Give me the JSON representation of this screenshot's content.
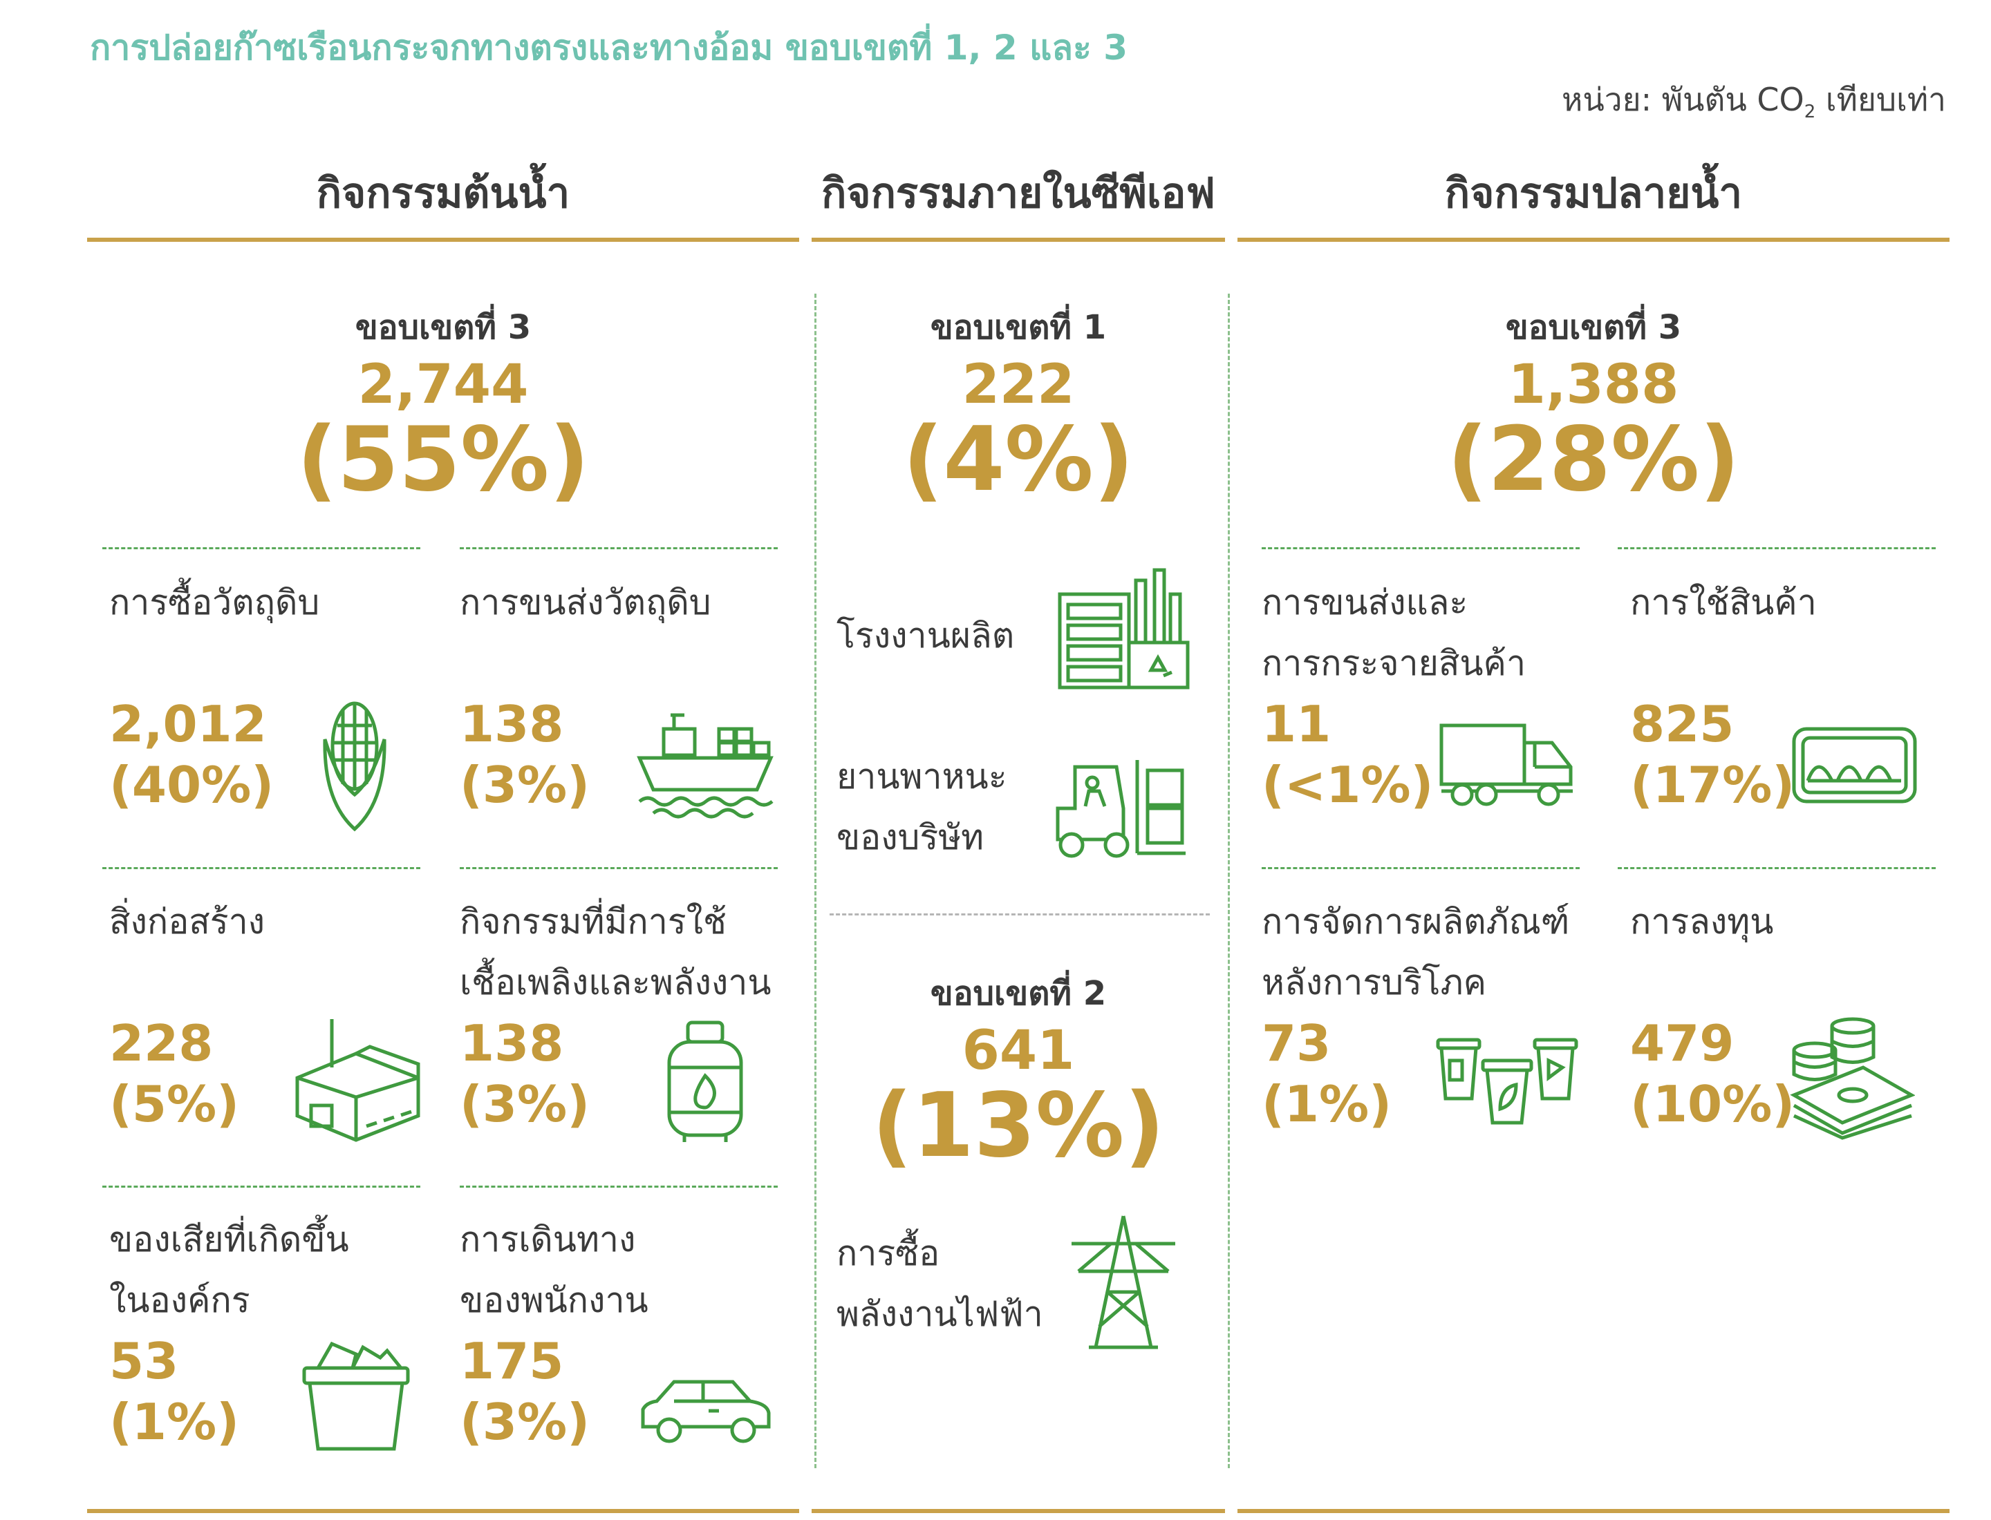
{
  "title": "การปล่อยก๊าซเรือนกระจกทางตรงและทางอ้อม ขอบเขตที่ 1, 2 และ 3",
  "unit": {
    "prefix": "หน่วย: พันตัน CO",
    "sub": "2",
    "suffix": " เทียบเท่า"
  },
  "columns": {
    "upstream": {
      "heading": "กิจกรรมต้นน้ำ",
      "scope_label": "ขอบเขตที่ 3",
      "scope_value": "2,744",
      "scope_pct": "(55%)",
      "items": [
        {
          "l1": "การซื้อวัตถุดิบ",
          "l2": "",
          "value": "2,012",
          "pct": "(40%)",
          "icon": "corn-icon"
        },
        {
          "l1": "การขนส่งวัตถุดิบ",
          "l2": "",
          "value": "138",
          "pct": "(3%)",
          "icon": "cargo-ship-icon"
        },
        {
          "l1": "สิ่งก่อสร้าง",
          "l2": "",
          "value": "228",
          "pct": "(5%)",
          "icon": "building-icon"
        },
        {
          "l1": "กิจกรรมที่มีการใช้",
          "l2": "เชื้อเพลิงและพลังงาน",
          "value": "138",
          "pct": "(3%)",
          "icon": "gas-cylinder-icon"
        },
        {
          "l1": "ของเสียที่เกิดขึ้น",
          "l2": "ในองค์กร",
          "value": "53",
          "pct": "(1%)",
          "icon": "waste-basket-icon"
        },
        {
          "l1": "การเดินทาง",
          "l2": "ของพนักงาน",
          "value": "175",
          "pct": "(3%)",
          "icon": "car-icon"
        }
      ]
    },
    "internal": {
      "heading": "กิจกรรมภายในซีพีเอฟ",
      "scope1_label": "ขอบเขตที่ 1",
      "scope1_value": "222",
      "scope1_pct": "(4%)",
      "scope1_items": [
        {
          "l1": "โรงงานผลิต",
          "l2": "",
          "icon": "factory-icon"
        },
        {
          "l1": "ยานพาหนะ",
          "l2": "ของบริษัท",
          "icon": "forklift-icon"
        }
      ],
      "scope2_label": "ขอบเขตที่ 2",
      "scope2_value": "641",
      "scope2_pct": "(13%)",
      "scope2_items": [
        {
          "l1": "การซื้อ",
          "l2": "พลังงานไฟฟ้า",
          "icon": "power-tower-icon"
        }
      ]
    },
    "downstream": {
      "heading": "กิจกรรมปลายน้ำ",
      "scope_label": "ขอบเขตที่ 3",
      "scope_value": "1,388",
      "scope_pct": "(28%)",
      "items": [
        {
          "l1": "การขนส่งและ",
          "l2": "การกระจายสินค้า",
          "value": "11",
          "pct": "(<1%)",
          "icon": "truck-icon"
        },
        {
          "l1": "การใช้สินค้า",
          "l2": "",
          "value": "825",
          "pct": "(17%)",
          "icon": "egg-tray-icon"
        },
        {
          "l1": "การจัดการผลิตภัณฑ์",
          "l2": "หลังการบริโภค",
          "value": "73",
          "pct": "(1%)",
          "icon": "recycle-bins-icon"
        },
        {
          "l1": "การลงทุน",
          "l2": "",
          "value": "479",
          "pct": "(10%)",
          "icon": "money-stack-icon"
        }
      ]
    }
  },
  "colors": {
    "teal": "#6fc2b0",
    "gold": "#c49a3c",
    "green": "#3f9a3f",
    "rule": "#c9a14a"
  }
}
